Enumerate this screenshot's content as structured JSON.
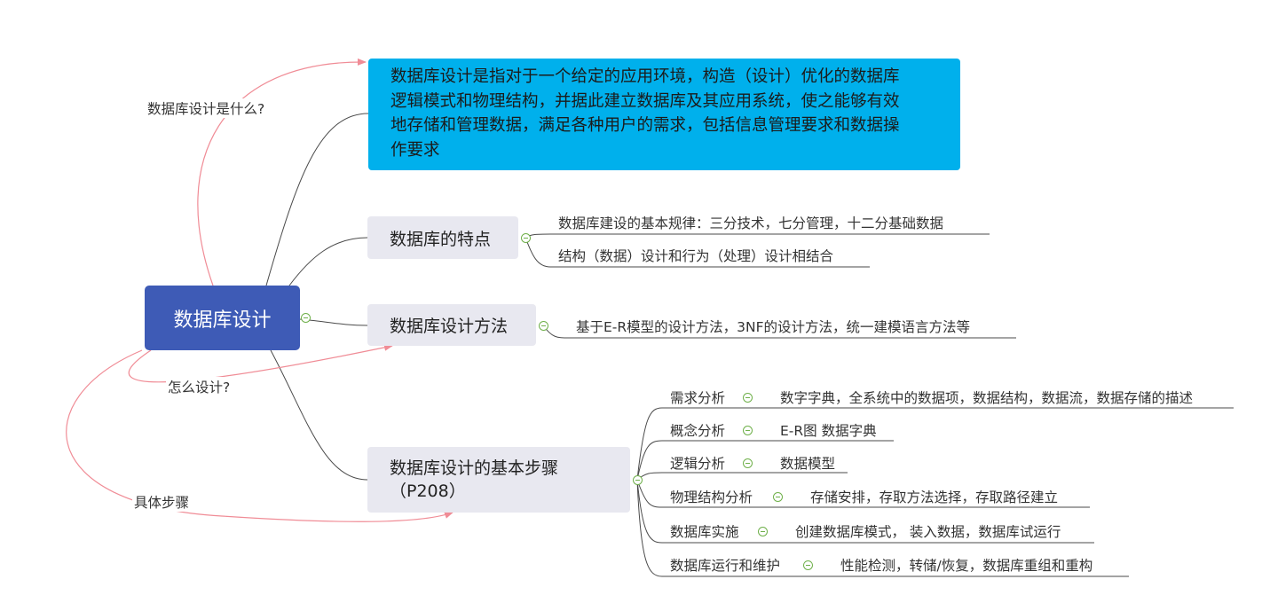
{
  "mindmap": {
    "root": {
      "label": "数据库设计"
    },
    "definition": {
      "lines": [
        "数据库设计是指对于一个给定的应用环境，构造（设计）优化的数据库",
        "逻辑模式和物理结构，并据此建立数据库及其应用系统，使之能够有效",
        "地存储和管理数据，满足各种用户的需求，包括信息管理要求和数据操",
        "作要求"
      ]
    },
    "annotations": {
      "what": "数据库设计是什么?",
      "how": "怎么设计?",
      "steps": "具体步骤"
    },
    "branches": {
      "features": {
        "label": "数据库的特点",
        "children": [
          "数据库建设的基本规律：三分技术，七分管理，十二分基础数据",
          "结构（数据）设计和行为（处理）设计相结合"
        ]
      },
      "methods": {
        "label": "数据库设计方法",
        "children": [
          "基于E-R模型的设计方法，3NF的设计方法，统一建模语言方法等"
        ]
      },
      "steps": {
        "label_line1": "数据库设计的基本步骤",
        "label_line2": "（P208）",
        "children": [
          {
            "label": "需求分析",
            "detail": "数字字典，全系统中的数据项，数据结构，数据流，数据存储的描述"
          },
          {
            "label": "概念分析",
            "detail": "E-R图 数据字典"
          },
          {
            "label": "逻辑分析",
            "detail": "数据模型"
          },
          {
            "label": "物理结构分析",
            "detail": "存储安排，存取方法选择，存取路径建立"
          },
          {
            "label": "数据库实施",
            "detail": "创建数据库模式， 装入数据，数据库试运行"
          },
          {
            "label": "数据库运行和维护",
            "detail": "性能检测，转储/恢复，数据库重组和重构"
          }
        ]
      }
    },
    "colors": {
      "root": "#3e5bb6",
      "definition": "#00b0ec",
      "branch": "#e8e8f0",
      "connector": "#4a4a4a",
      "relationship": "#f08c96",
      "collapse": "#6fb04a"
    }
  }
}
